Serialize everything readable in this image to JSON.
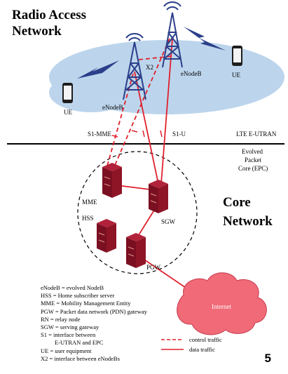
{
  "titles": {
    "ran_line1": "Radio Access",
    "ran_line2": "Network",
    "core_line1": "Core",
    "core_line2": "Network"
  },
  "diagram": {
    "labels": {
      "ue_left": "UE",
      "ue_right": "UE",
      "enodeb_left": "eNodeB",
      "enodeb_right": "eNodeB",
      "x2": "X2",
      "s1_mme": "S1-MME",
      "s1_u": "S1-U",
      "lte_eutran": "LTE E-UTRAN",
      "epc_line1": "Evolved",
      "epc_line2": "Packet",
      "epc_line3": "Core (EPC)",
      "mme": "MME",
      "hss": "HSS",
      "sgw": "SGW",
      "pgw": "PGW",
      "internet": "Internet"
    }
  },
  "legend": {
    "items": [
      "eNodeB = evolved NodeB",
      "HSS = Home subscriber server",
      "MME = Mobility Management Entity",
      "PGW = Packet data network (PDN) gateway",
      "RN = relay node",
      "SGW = serving gateway",
      "S1 = interface between",
      "E-UTRAN and EPC",
      "UE = user equipment",
      "X2 = interface between eNodeBs"
    ],
    "control_traffic": "control traffic",
    "data_traffic": "data traffic"
  },
  "colors": {
    "cloud_blue": "#bcd5ec",
    "tower_navy": "#2b3f8a",
    "server_red": "#8e1526",
    "link_red": "#e0202c",
    "internet_pink": "#f06a78"
  },
  "page_number": "5"
}
